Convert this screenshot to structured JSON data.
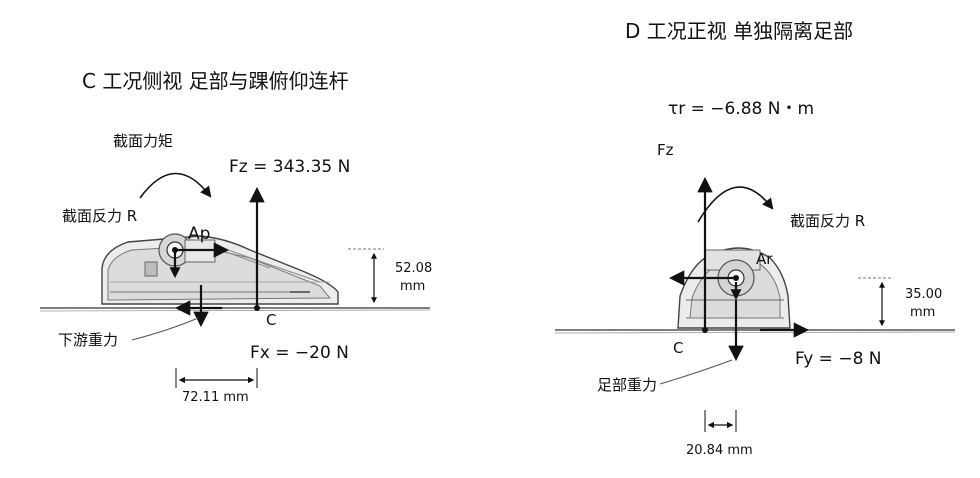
{
  "left_panel": {
    "title": "C 工况侧视  足部与踝俯仰连杆",
    "moment_label": "截面力矩",
    "reaction_label": "截面反力 R",
    "point_label": "Ap",
    "fz_label": "Fz = 343.35 N",
    "height_value": "52.08",
    "height_unit": "mm",
    "origin_label": "C",
    "gravity_label": "下游重力",
    "fx_label": "Fx = −20 N",
    "width_label": "72.11 mm"
  },
  "right_panel": {
    "title": "D 工况正视  单独隔离足部",
    "torque_label": "τr = −6.88 N・m",
    "fz_label": "Fz",
    "reaction_label": "截面反力 R",
    "point_label": "Ar",
    "height_value": "35.00",
    "height_unit": "mm",
    "origin_label": "C",
    "fy_label": "Fy = −8 N",
    "gravity_label": "足部重力",
    "width_label": "20.84 mm"
  },
  "colors": {
    "ink": "#111111",
    "sketch_gray": "#8a8a8a",
    "fill_gray": "#e4e4e4"
  }
}
